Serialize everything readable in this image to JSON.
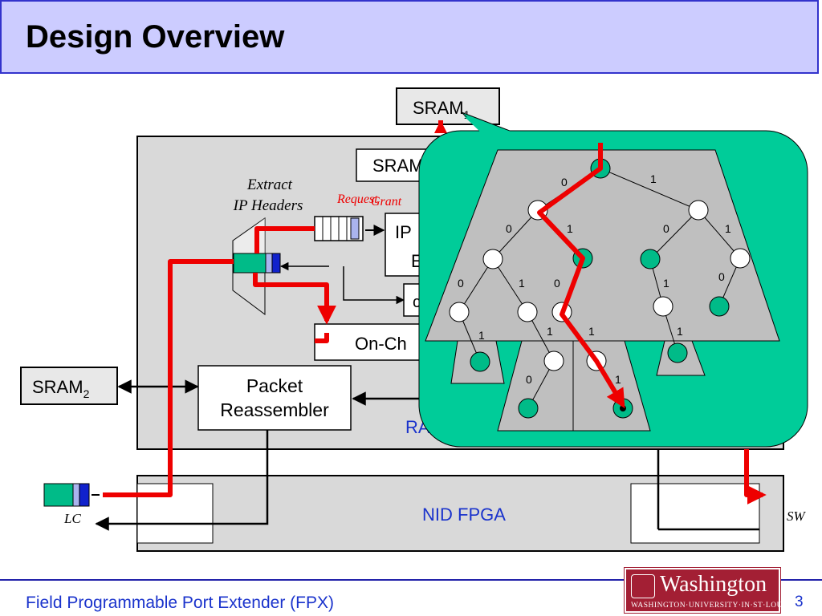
{
  "title": "Design Overview",
  "footer": {
    "text": "Field Programmable Port Extender (FPX)",
    "page_number": "3"
  },
  "logo": {
    "name": "Washington",
    "subtitle": "WASHINGTON·UNIVERSITY·IN·ST·LOUIS"
  },
  "blocks": {
    "sram1": {
      "label": "SRAM",
      "sub": "1"
    },
    "sram1_partial": "SRAM",
    "sram2": {
      "label": "SRAM",
      "sub": "2"
    },
    "ip_partial": "IP",
    "ip_partial2": "E",
    "ctrl_partial": "c",
    "onchip_partial": "On-Ch",
    "packet_reassembler": "Packet\nReassembler",
    "rad_partial": "RA",
    "nid_fpga": "NID FPGA"
  },
  "labels": {
    "extract": "Extract",
    "ip_headers": "IP Headers",
    "request": "Request",
    "grant": "Grant",
    "lc": "LC",
    "sw": "SW"
  },
  "trie": {
    "bits": [
      "0",
      "1",
      "0",
      "1",
      "0",
      "1",
      "0",
      "1",
      "0",
      "0",
      "1",
      "1",
      "1",
      "1",
      "1",
      "0",
      "1"
    ]
  },
  "colors": {
    "path": "#ee0000",
    "callout": "#00cc99",
    "node_green": "#00bb88",
    "panel": "#d9d9d9",
    "accent_text": "#1a33cc"
  }
}
